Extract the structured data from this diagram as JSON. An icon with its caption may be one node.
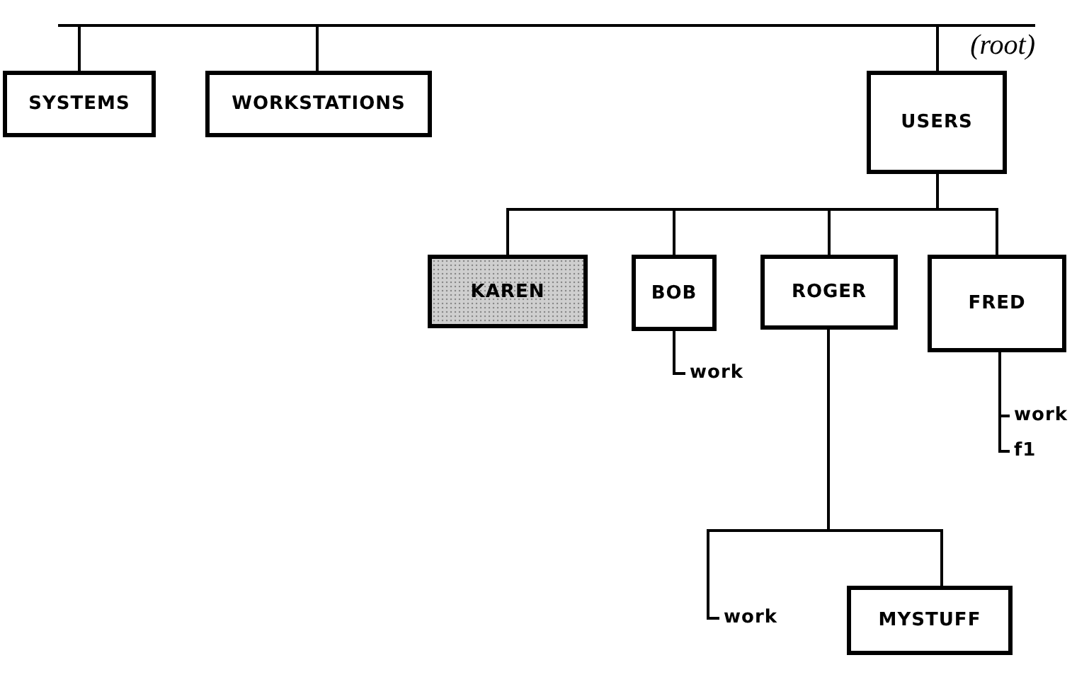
{
  "diagram": {
    "nodes": [
      {
        "text": [
          "(root)"
        ]
      },
      {
        "text": [
          "SYSTEMS"
        ]
      },
      {
        "text": [
          "WORKSTATIONS"
        ]
      },
      {
        "text": [
          "USERS"
        ]
      },
      {
        "text": [
          "KAREN"
        ]
      },
      {
        "text": [
          "BOB"
        ]
      },
      {
        "text": [
          "ROGER"
        ]
      },
      {
        "text": [
          "FRED"
        ]
      },
      {
        "text": [
          "work"
        ]
      },
      {
        "text": [
          "work"
        ]
      },
      {
        "text": [
          "f1"
        ]
      },
      {
        "text": [
          "work"
        ]
      },
      {
        "text": [
          "MYSTUFF"
        ]
      }
    ],
    "edges": [
      {
        "from": 0,
        "to": 1,
        "arrow": "none"
      },
      {
        "from": 0,
        "to": 2,
        "arrow": "none"
      },
      {
        "from": 0,
        "to": 3,
        "arrow": "none"
      },
      {
        "from": 3,
        "to": 4,
        "arrow": "none"
      },
      {
        "from": 3,
        "to": 5,
        "arrow": "none"
      },
      {
        "from": 3,
        "to": 6,
        "arrow": "none"
      },
      {
        "from": 3,
        "to": 7,
        "arrow": "none"
      },
      {
        "from": 5,
        "to": 8,
        "arrow": "none"
      },
      {
        "from": 7,
        "to": 9,
        "arrow": "none"
      },
      {
        "from": 7,
        "to": 10,
        "arrow": "none"
      },
      {
        "from": 6,
        "to": 11,
        "arrow": "none"
      },
      {
        "from": 6,
        "to": 12,
        "arrow": "none"
      }
    ]
  }
}
